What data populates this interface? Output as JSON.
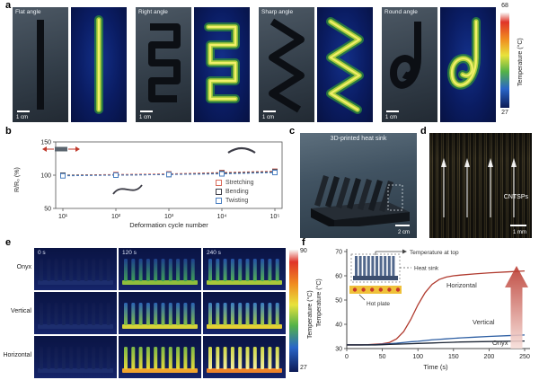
{
  "colors": {
    "hot_red": "#c0392b",
    "cool_blue": "#2e5fa3",
    "thermal_background": "#0a1c62",
    "thermal_hot_yellow": "#f2ef6a"
  },
  "figure": {
    "panels": {
      "a": {
        "label": "a",
        "samples": [
          {
            "name": "Flat angle",
            "scale": "1 cm"
          },
          {
            "name": "Right angle",
            "scale": "1 cm"
          },
          {
            "name": "Sharp angle",
            "scale": "1 cm"
          },
          {
            "name": "Round angle",
            "scale": "1 cm"
          }
        ],
        "colorbar": {
          "max": "68",
          "min": "27",
          "label": "Temperature (°C)"
        }
      },
      "b": {
        "label": "b"
      },
      "c": {
        "label": "c",
        "title": "3D-printed heat sink",
        "scale": "2 cm"
      },
      "d": {
        "label": "d",
        "title": "CNTSPs",
        "scale": "1 mm"
      },
      "e": {
        "label": "e",
        "row_labels": [
          "Onyx",
          "Vertical",
          "Horizontal"
        ],
        "time_labels": [
          "0 s",
          "120 s",
          "240 s"
        ],
        "colorbar": {
          "max": "90",
          "min": "27",
          "label": "Temperature (°C)"
        }
      },
      "f": {
        "label": "f",
        "inset": {
          "temperature_at_top": "Temperature at top",
          "heat_sink": "Heat sink",
          "hot_plate": "Hot plate"
        },
        "curve_labels": {
          "horizontal": "Horizontal",
          "vertical": "Vertical",
          "onyx": "Onyx"
        }
      }
    }
  },
  "chart_data": [
    {
      "id": "b",
      "type": "scatter",
      "x_scale": "log",
      "x": [
        10,
        100,
        1000,
        10000,
        100000
      ],
      "x_tick_labels": [
        "10¹",
        "10²",
        "10³",
        "10⁴",
        "10⁵"
      ],
      "xlabel": "Deformation cycle number",
      "ylabel": "R/R₀ (%)",
      "ylim": [
        50,
        150
      ],
      "yticks": [
        50,
        100,
        150
      ],
      "series": [
        {
          "name": "Stretching",
          "color": "#d96a5a",
          "values": [
            100,
            101,
            102,
            104,
            106
          ],
          "err": [
            3,
            3,
            3,
            3,
            3
          ]
        },
        {
          "name": "Bending",
          "color": "#3c3c46",
          "values": [
            100,
            100,
            101,
            103,
            105
          ],
          "err": [
            3,
            3,
            3,
            3,
            3
          ]
        },
        {
          "name": "Twisting",
          "color": "#4a7fc1",
          "values": [
            99,
            100,
            101,
            102,
            104
          ],
          "err": [
            3,
            3,
            3,
            3,
            3
          ]
        }
      ]
    },
    {
      "id": "f",
      "type": "line",
      "xlabel": "Time (s)",
      "ylabel": "Temperature (°C)",
      "xlim": [
        0,
        250
      ],
      "ylim": [
        30,
        70
      ],
      "xticks": [
        0,
        50,
        100,
        150,
        200,
        250
      ],
      "yticks": [
        30,
        40,
        50,
        60,
        70
      ],
      "series": [
        {
          "name": "Horizontal",
          "color": "#b03a2e",
          "x": [
            0,
            10,
            20,
            30,
            40,
            50,
            60,
            70,
            80,
            90,
            100,
            110,
            120,
            130,
            140,
            150,
            160,
            180,
            200,
            225,
            250
          ],
          "y": [
            31.5,
            31.5,
            31.5,
            31.6,
            31.8,
            32,
            32.5,
            34,
            37,
            42,
            48,
            53,
            56.5,
            58.5,
            59.5,
            60,
            60.3,
            60.8,
            61.2,
            61.6,
            62
          ]
        },
        {
          "name": "Vertical",
          "color": "#2e5fa3",
          "x": [
            0,
            10,
            20,
            30,
            40,
            50,
            60,
            70,
            80,
            90,
            100,
            110,
            120,
            130,
            140,
            150,
            160,
            180,
            200,
            225,
            250
          ],
          "y": [
            31.5,
            31.5,
            31.5,
            31.5,
            31.6,
            31.8,
            32,
            32.2,
            32.5,
            32.8,
            33,
            33.3,
            33.6,
            33.8,
            34,
            34.2,
            34.4,
            34.7,
            35,
            35.3,
            35.6
          ]
        },
        {
          "name": "Onyx",
          "color": "#1c2534",
          "x": [
            0,
            10,
            20,
            30,
            40,
            50,
            60,
            70,
            80,
            90,
            100,
            110,
            120,
            130,
            140,
            150,
            160,
            180,
            200,
            225,
            250
          ],
          "y": [
            31.5,
            31.5,
            31.5,
            31.5,
            31.5,
            31.6,
            31.7,
            31.8,
            31.9,
            32,
            32.1,
            32.2,
            32.3,
            32.4,
            32.5,
            32.6,
            32.7,
            32.8,
            32.9,
            33,
            33.1
          ]
        }
      ]
    }
  ]
}
